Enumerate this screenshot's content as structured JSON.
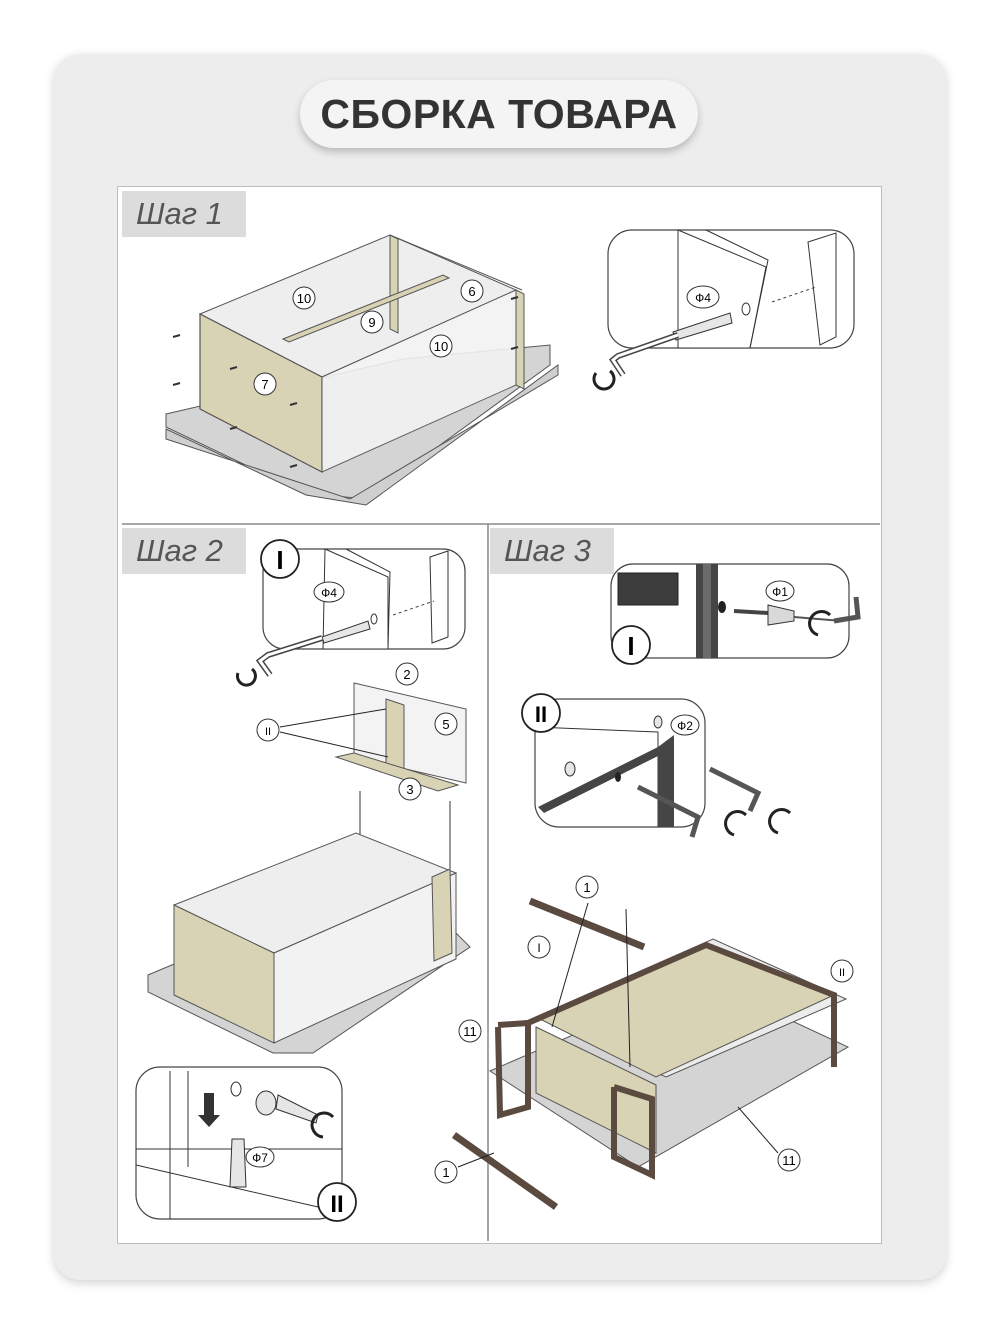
{
  "title": "СБОРКА ТОВАРА",
  "steps": [
    {
      "label": "Шаг 1"
    },
    {
      "label": "Шаг 2"
    },
    {
      "label": "Шаг 3"
    }
  ],
  "step1": {
    "callouts": [
      "10",
      "6",
      "9",
      "10",
      "7"
    ],
    "fastener": "Ф4"
  },
  "step2": {
    "detail_I": "I",
    "detail_II": "II",
    "fastener_I": "Ф4",
    "fastener_II": "Ф7",
    "callouts": [
      "2",
      "5",
      "3"
    ],
    "pointer_II": "II"
  },
  "step3": {
    "detail_I": "I",
    "detail_II": "II",
    "fastener_I": "Ф1",
    "fastener_II": "Ф2",
    "callouts": [
      "1",
      "I",
      "11",
      "II",
      "11",
      "1"
    ]
  }
}
